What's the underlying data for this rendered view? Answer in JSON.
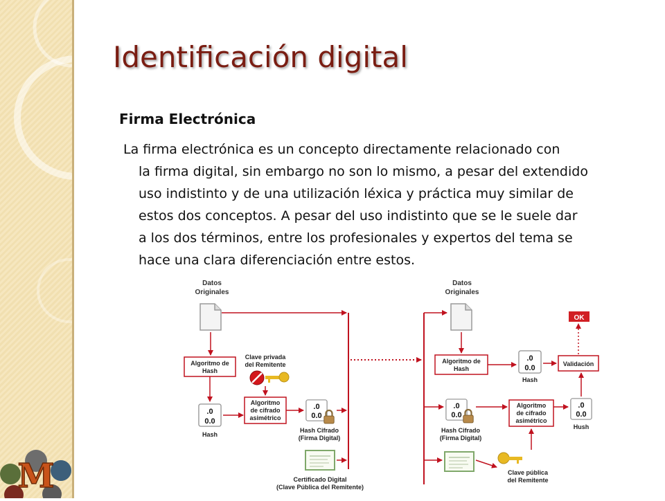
{
  "slide": {
    "title": "Identificación digital",
    "subtitle": "Firma Electrónica",
    "paragraph_lines": [
      "La firma electrónica es un concepto directamente relacionado con",
      "la firma digital, sin embargo no son lo mismo, a pesar del extendido",
      "uso indistinto y de una utilización léxica y práctica muy similar de",
      "estos dos conceptos. A pesar del uso indistinto que se le suele dar",
      "a los dos términos, entre los profesionales y expertos del tema se",
      "hace una clara diferenciación entre estos."
    ]
  },
  "diagram": {
    "left": {
      "datos_line1": "Datos",
      "datos_line2": "Originales",
      "hash_algo_line1": "Algoritmo de",
      "hash_algo_line2": "Hash",
      "private_key_line1": "Clave privada",
      "private_key_line2": "del Remitente",
      "cipher_line1": "Algoritmo",
      "cipher_line2": "de cifrado",
      "cipher_line3": "asimétrico",
      "hash_value_top": ".0",
      "hash_value_bottom": "0.0",
      "hash_label": "Hash",
      "signed_hash_value_top": ".0",
      "signed_hash_value_bottom": "0.0",
      "signed_label_line1": "Hash Cifrado",
      "signed_label_line2": "(Firma Digital)",
      "cert_line1": "Certificado Digital",
      "cert_line2": "(Clave Pública del Remitente)"
    },
    "right": {
      "datos_line1": "Datos",
      "datos_line2": "Originales",
      "hash_algo_line1": "Algoritmo de",
      "hash_algo_line2": "Hash",
      "hash_value_top": ".0",
      "hash_value_bottom": "0.0",
      "hash_label": "Hash",
      "validation_label": "Validación",
      "ok_label": "OK",
      "signed_hash_value_top": ".0",
      "signed_hash_value_bottom": "0.0",
      "signed_label_line1": "Hash Cifrado",
      "signed_label_line2": "(Firma Digital)",
      "cipher_line1": "Algoritmo",
      "cipher_line2": "de cifrado",
      "cipher_line3": "asimétrico",
      "hush_value_top": ".0",
      "hush_value_bottom": "0.0",
      "hush_label": "Hush",
      "public_key_line1": "Clave pública",
      "public_key_line2": "del Remitente"
    },
    "colors": {
      "arrow": "#c0121f",
      "box_border": "#c0121f",
      "key": "#e8b923",
      "ok_bg": "#d11f24"
    }
  },
  "logo": {
    "letter": "M"
  }
}
